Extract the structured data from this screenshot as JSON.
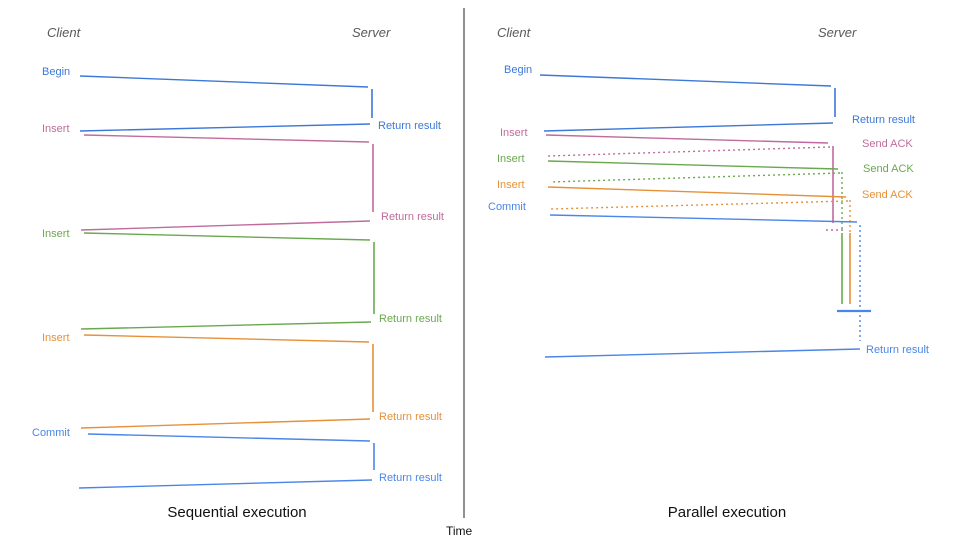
{
  "diagram": {
    "time_axis_label": "Time",
    "colors": {
      "begin_blue": "#3c78d8",
      "insert_pink": "#bf6b9d",
      "insert_green": "#6aa84f",
      "insert_orange": "#e69138",
      "commit_blue": "#4a86e8",
      "axis_gray": "#555555",
      "header_gray": "#595959"
    },
    "sequential": {
      "title": "Sequential execution",
      "client_header": "Client",
      "server_header": "Server",
      "messages": [
        {
          "request": "Begin",
          "response": "Return result",
          "color": "#3c78d8",
          "style": "solid"
        },
        {
          "request": "Insert",
          "response": "Return result",
          "color": "#bf6b9d",
          "style": "solid"
        },
        {
          "request": "Insert",
          "response": "Return result",
          "color": "#6aa84f",
          "style": "solid"
        },
        {
          "request": "Insert",
          "response": "Return result",
          "color": "#e69138",
          "style": "solid"
        },
        {
          "request": "Commit",
          "response": "Return result",
          "color": "#4a86e8",
          "style": "solid"
        }
      ]
    },
    "parallel": {
      "title": "Parallel execution",
      "client_header": "Client",
      "server_header": "Server",
      "messages": [
        {
          "request": "Begin",
          "response": "Return result",
          "color": "#3c78d8",
          "style": "solid"
        },
        {
          "request": "Insert",
          "response": "Send ACK",
          "color": "#bf6b9d",
          "style": "ack-dashed"
        },
        {
          "request": "Insert",
          "response": "Send ACK",
          "color": "#6aa84f",
          "style": "ack-dashed"
        },
        {
          "request": "Insert",
          "response": "Send ACK",
          "color": "#e69138",
          "style": "ack-dashed"
        },
        {
          "request": "Commit",
          "response": "Return result",
          "color": "#4a86e8",
          "style": "solid"
        }
      ]
    }
  }
}
